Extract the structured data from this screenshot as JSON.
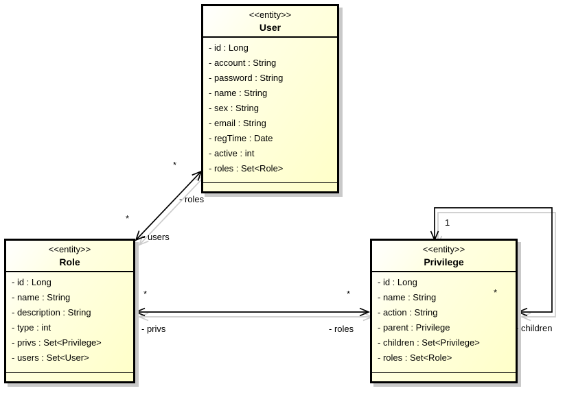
{
  "classes": {
    "user": {
      "stereotype": "<<entity>>",
      "name": "User",
      "attributes": [
        "- id : Long",
        "- account : String",
        "- password : String",
        "- name : String",
        "- sex : String",
        "- email : String",
        "- regTime : Date",
        "- active : int",
        "- roles : Set<Role>"
      ]
    },
    "role": {
      "stereotype": "<<entity>>",
      "name": "Role",
      "attributes": [
        "- id : Long",
        "- name : String",
        "- description : String",
        "- type : int",
        "- privs : Set<Privilege>",
        "- users : Set<User>"
      ]
    },
    "privilege": {
      "stereotype": "<<entity>>",
      "name": "Privilege",
      "attributes": [
        "- id : Long",
        "- name : String",
        "- action : String",
        "- parent : Privilege",
        "- children : Set<Privilege>",
        "- roles : Set<Role>"
      ]
    }
  },
  "associations": {
    "user_role": {
      "user_end_multiplicity": "*",
      "user_end_label": "- roles",
      "role_end_multiplicity": "*",
      "role_end_label": "- users"
    },
    "role_privilege": {
      "role_end_multiplicity": "*",
      "role_end_label": "- privs",
      "privilege_end_multiplicity": "*",
      "privilege_end_label": "- roles"
    },
    "privilege_self": {
      "parent_end_multiplicity": "1",
      "children_end_multiplicity": "*",
      "children_end_label": "- children"
    }
  },
  "colors": {
    "canvas_background": "#ffffff",
    "box_fill_top_left": "#ffffff",
    "box_fill_bottom_right": "#ffffc8",
    "box_border": "#000000",
    "line": "#000000",
    "shadow": "#c9c9c9"
  }
}
